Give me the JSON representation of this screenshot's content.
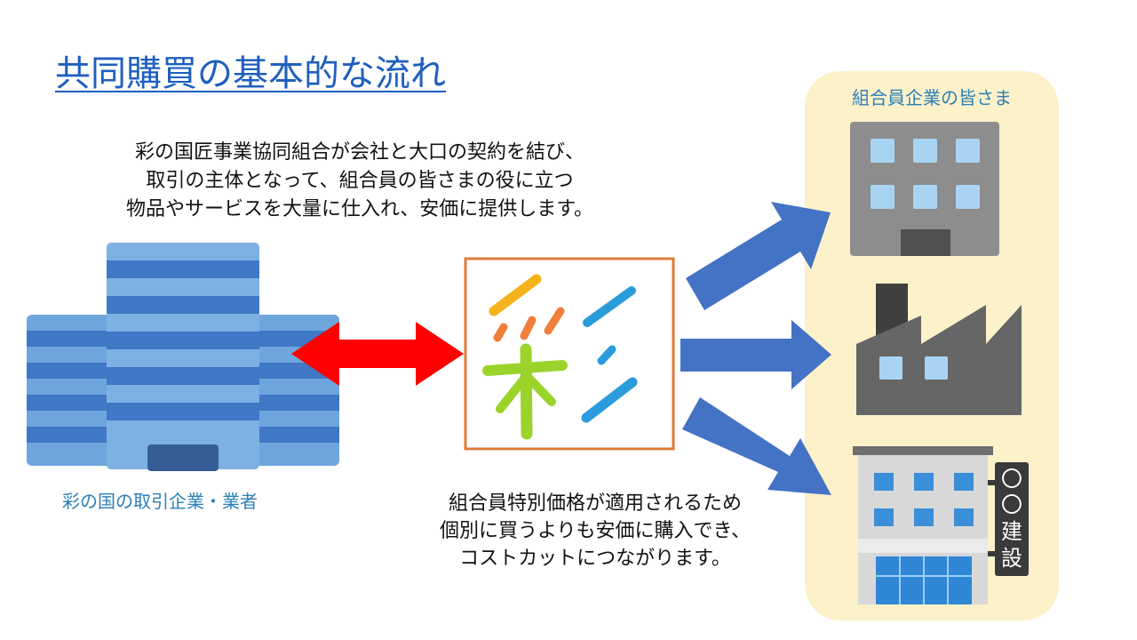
{
  "slide": {
    "title": "共同購買の基本的な流れ",
    "description_lines": [
      "彩の国匠事業協同組合が会社と大口の契約を結び、",
      "取引の主体となって、組合員の皆さまの役に立つ",
      "物品やサービスを大量に仕入れ、安価に提供します。"
    ],
    "left_label": "彩の国の取引企業・業者",
    "right_panel_title": "組合員企業の皆さま",
    "bottom_text_lines": [
      "組合員特別価格が適用されるため",
      "個別に買うよりも安価に購入でき、",
      "コストカットにつながります。"
    ],
    "sign_text": [
      "〇",
      "〇",
      "建",
      "設"
    ]
  },
  "colors": {
    "title": "#1f5fbf",
    "panel_bg": "#fdf1c9",
    "label_blue": "#2b7fb8",
    "red_arrow": "#ff0000",
    "blue_arrow": "#4472c4",
    "logo_border": "#e07b39"
  },
  "icons": {
    "hq_building": "office-building-icon",
    "logo": "association-logo-icon",
    "member_office": "office-building-icon",
    "member_factory": "factory-icon",
    "member_construction": "construction-company-building-icon"
  }
}
